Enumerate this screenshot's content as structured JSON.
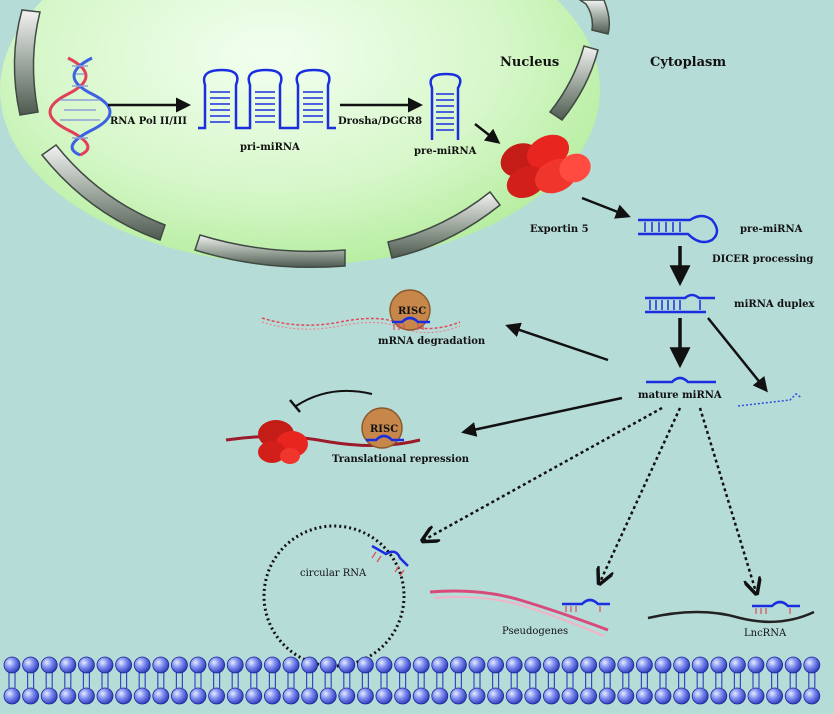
{
  "regions": {
    "nucleus": "Nucleus",
    "cytoplasm": "Cytoplasm"
  },
  "steps": {
    "rna_pol": "RNA Pol II/III",
    "pri_mirna": "pri-miRNA",
    "drosha": "Drosha/DGCR8",
    "pre_mirna_nuc": "pre-miRNA",
    "exportin": "Exportin 5",
    "pre_mirna_cyto": "pre-miRNA",
    "dicer": "DICER processing",
    "duplex": "miRNA duplex",
    "mature": "mature miRNA"
  },
  "outcomes": {
    "degradation": "mRNA degradation",
    "risc": "RISC",
    "repression": "Translational repression"
  },
  "targets": {
    "circular": "circular RNA",
    "pseudogenes": "Pseudogenes",
    "lncrna": "LncRNA"
  },
  "colors": {
    "background": "#b6dcd8",
    "nucleus_fill": "#d9f7cf",
    "envelope": "#7d8a7f",
    "rna": "#1a2ee0",
    "exportin": "#e8261f",
    "risc": "#c8874a",
    "membrane": "#4a5bd9"
  }
}
